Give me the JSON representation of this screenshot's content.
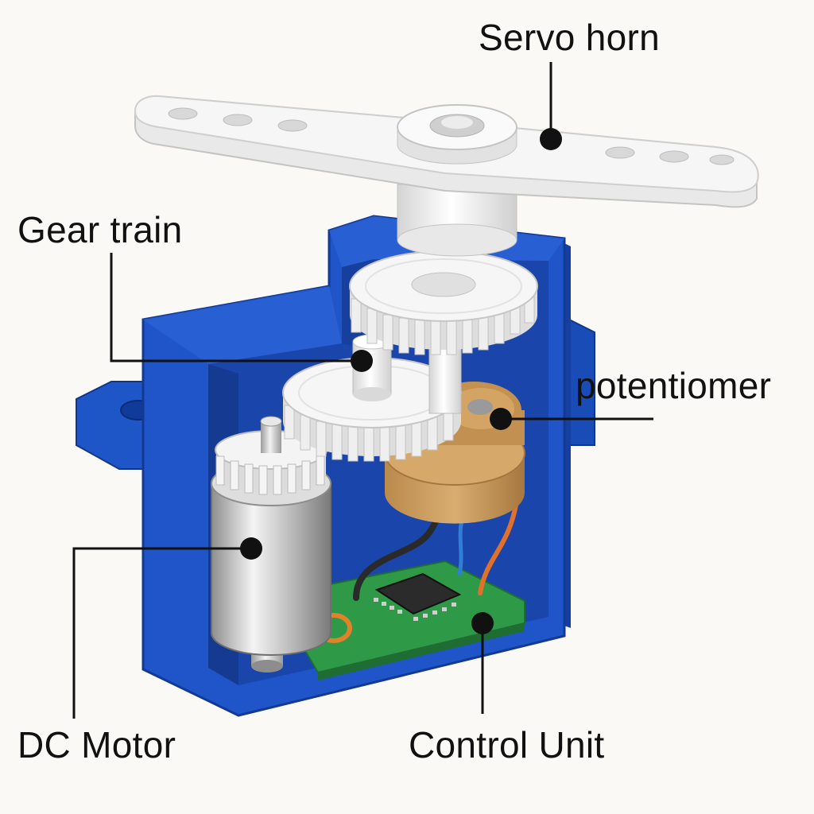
{
  "labels": {
    "servo_horn": "Servo horn",
    "gear_train": "Gear train",
    "potentiometer": "potentiomer",
    "dc_motor": "DC Motor",
    "control_unit": "Control Unit"
  },
  "colors": {
    "background": "#fbf9f5",
    "case_blue": "#1d52c2",
    "case_blue_dark": "#123a94",
    "case_interior": "#1c46ad",
    "gear_white": "#f3f3f3",
    "horn_white": "#f1f1f1",
    "potentiometer_gold": "#c99b5c",
    "pcb_green": "#2f9a48",
    "motor_silver": "#bdbdbd",
    "leader_line": "#111111",
    "wire_black": "#2a2a2a",
    "wire_blue": "#2f7fd6",
    "wire_orange": "#e0702a"
  }
}
